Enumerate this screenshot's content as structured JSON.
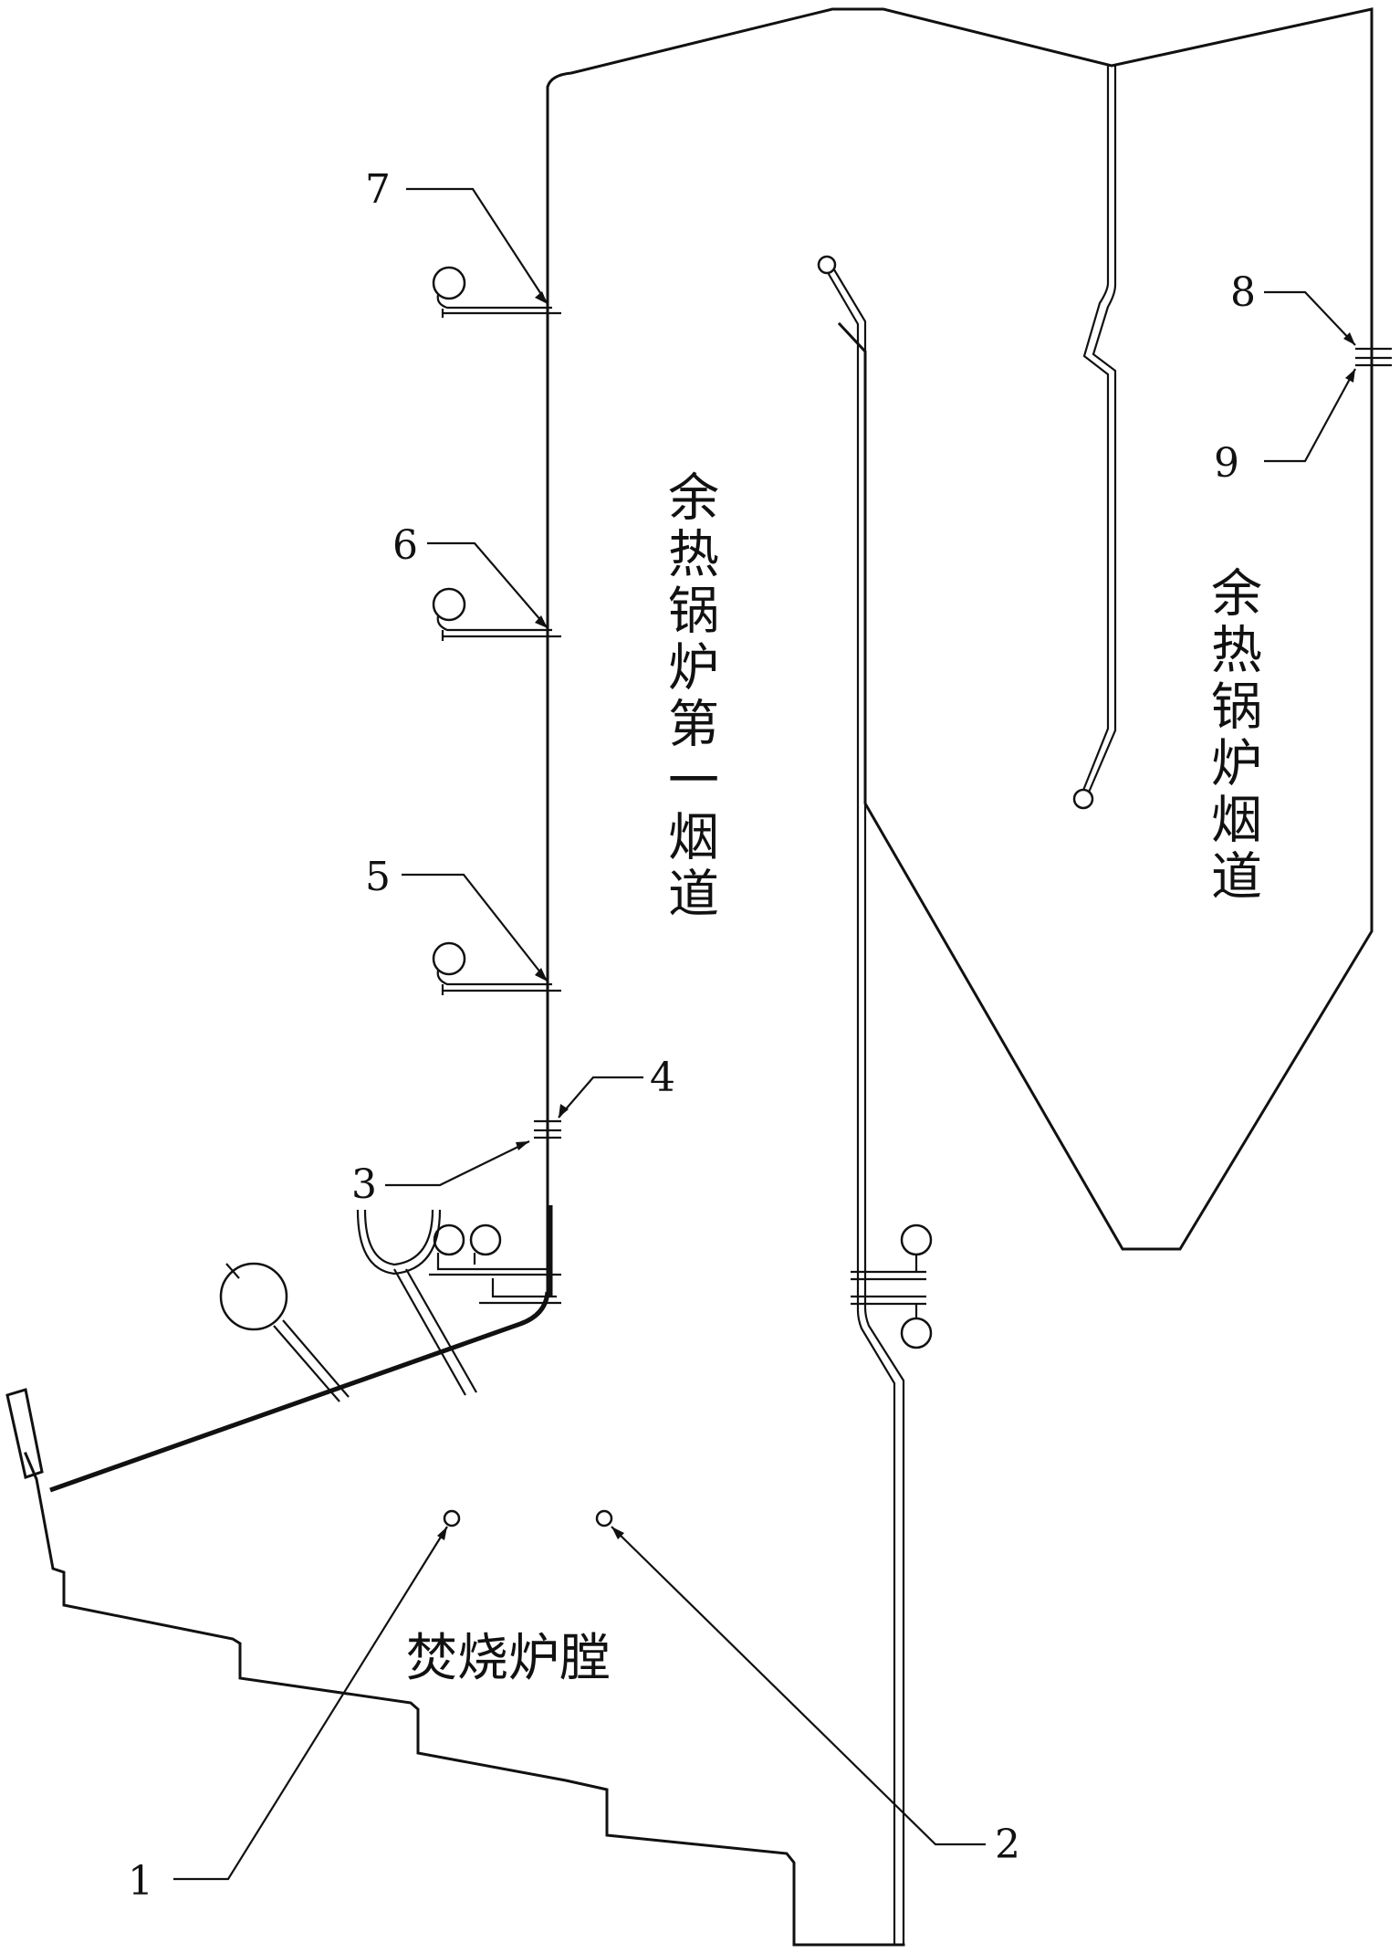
{
  "labels": {
    "first_flue": "余热锅炉第一烟道",
    "boiler_flue": "余热锅炉烟道",
    "furnace": "焚烧炉膛"
  },
  "callouts": {
    "c1": "1",
    "c2": "2",
    "c3": "3",
    "c4": "4",
    "c5": "5",
    "c6": "6",
    "c7": "7",
    "c8": "8",
    "c9": "9"
  }
}
